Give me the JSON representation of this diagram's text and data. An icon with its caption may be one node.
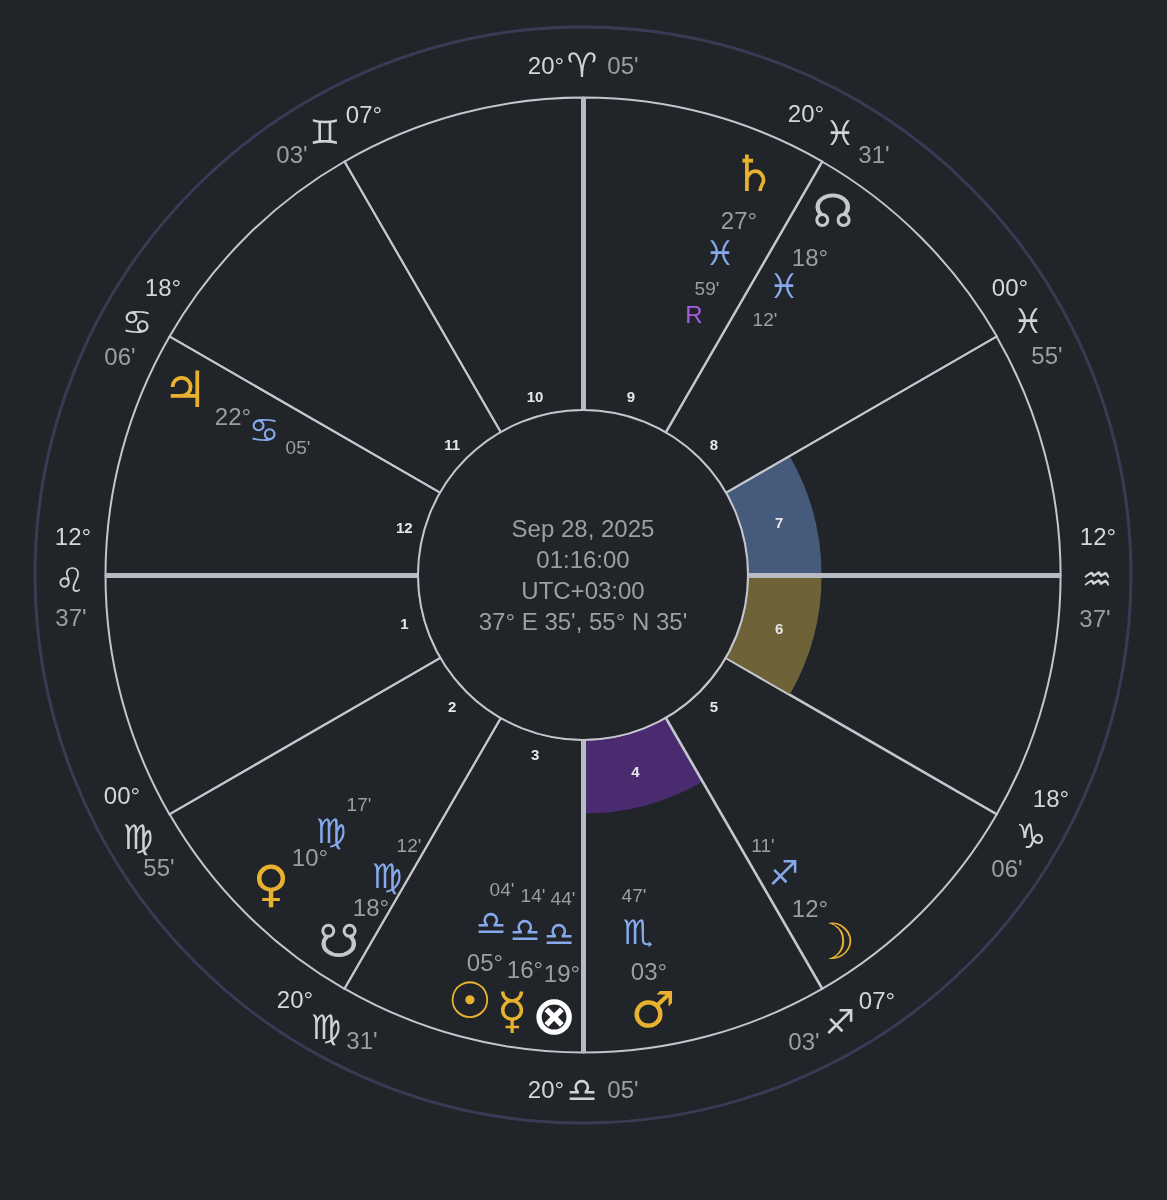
{
  "diagram": {
    "nodes": [
      {
        "text": [
          "Sep 28, 2025",
          "01:16:00",
          "UTC+03:00",
          "37° E 35', 55° N 35'"
        ]
      },
      {
        "text": [
          "1"
        ]
      },
      {
        "text": [
          "2"
        ]
      },
      {
        "text": [
          "3"
        ]
      },
      {
        "text": [
          "4"
        ]
      },
      {
        "text": [
          "5"
        ]
      },
      {
        "text": [
          "6"
        ]
      },
      {
        "text": [
          "7"
        ]
      },
      {
        "text": [
          "8"
        ]
      },
      {
        "text": [
          "9"
        ]
      },
      {
        "text": [
          "10"
        ]
      },
      {
        "text": [
          "11"
        ]
      },
      {
        "text": [
          "12"
        ]
      }
    ],
    "labels": [
      "20°",
      "♈",
      "05'",
      "07°",
      "♊",
      "03'",
      "20°",
      "♓",
      "31'",
      "♄",
      "27°",
      "♓",
      "59'",
      "R",
      "☊",
      "18°",
      "♓",
      "12'",
      "18°",
      "♋",
      "06'",
      "00°",
      "♓",
      "55'",
      "♃",
      "22°",
      "♋",
      "05'",
      "12°",
      "♌",
      "37'",
      "12°",
      "♒",
      "37'",
      "00°",
      "♍",
      "55'",
      "18°",
      "♑",
      "06'",
      "17'",
      "♍",
      "10°",
      "♀",
      "12'",
      "♍",
      "18°",
      "☋",
      "11'",
      "♐",
      "12°",
      "☽",
      "04'",
      "♎",
      "05°",
      "☉",
      "14'",
      "♎",
      "16°",
      "☿",
      "44'",
      "♎",
      "19°",
      "⊗",
      "47'",
      "♏",
      "03°",
      "♂",
      "20°",
      "♍",
      "31'",
      "07°",
      "♐",
      "03'",
      "20°",
      "♎",
      "05'"
    ]
  }
}
